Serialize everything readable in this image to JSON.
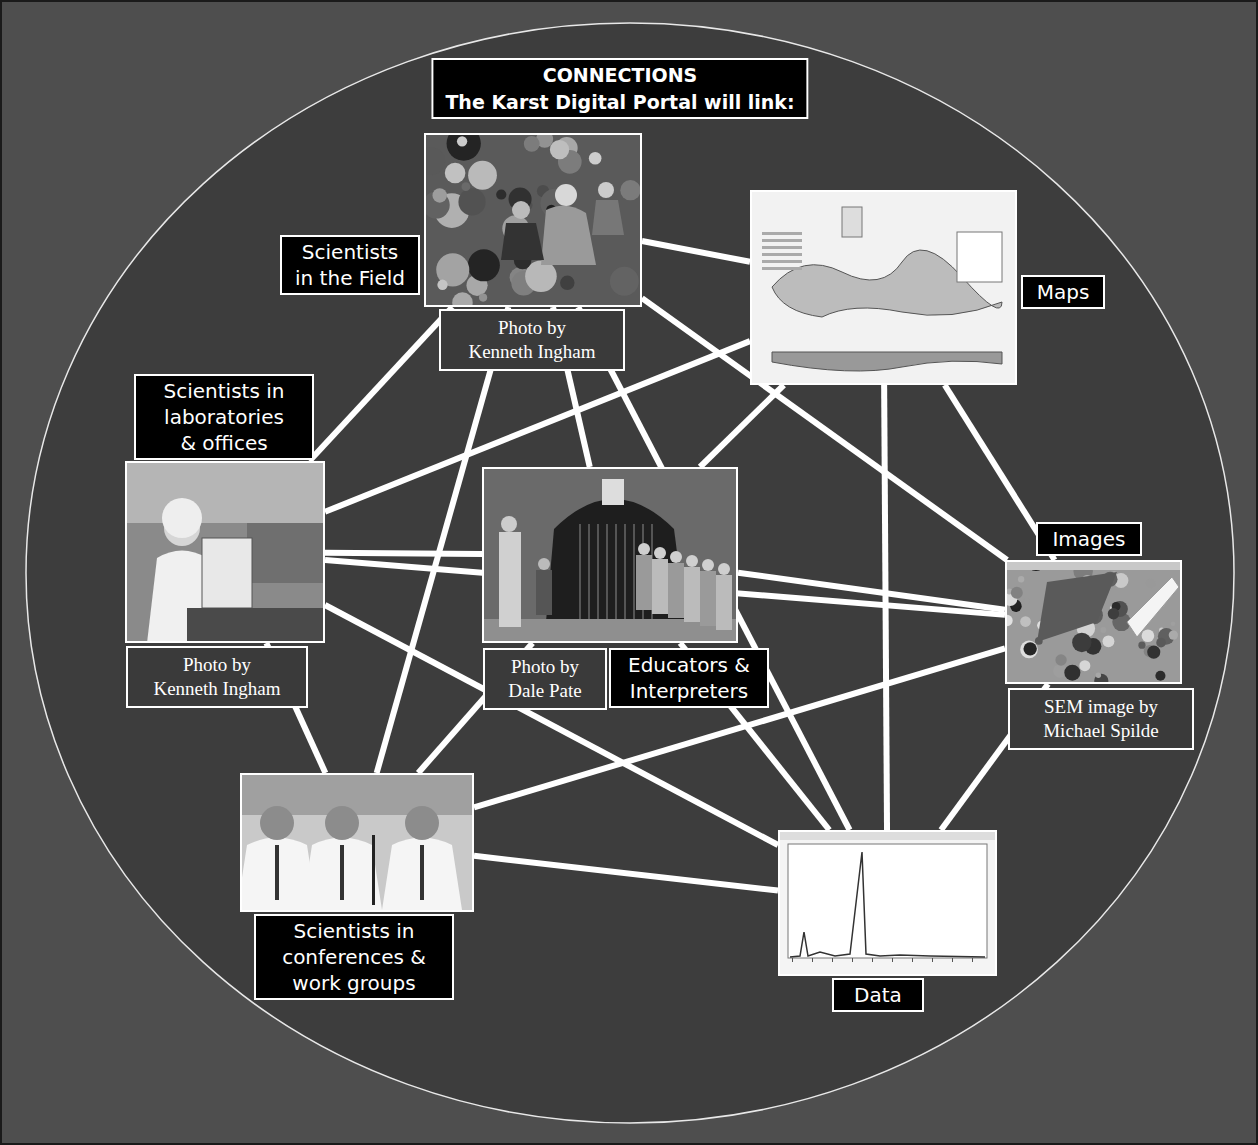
{
  "diagram": {
    "title": "CONNECTIONS",
    "nodes": [
      {
        "text": [
          "Scientists in the Field",
          "Photo by Kenneth Ingham"
        ]
      },
      {
        "text": [
          "Maps"
        ]
      },
      {
        "text": [
          "Scientists in laboratories & offices",
          "Photo by Kenneth Ingham"
        ]
      },
      {
        "text": [
          "Educators & Interpreters",
          "Photo by Dale Pate"
        ]
      },
      {
        "text": [
          "Images",
          "SEM image by Michael Spilde"
        ]
      },
      {
        "text": [
          "Scientists in conferences & work groups"
        ]
      },
      {
        "text": [
          "Data"
        ]
      }
    ],
    "edges": [
      {
        "from": 0,
        "to": 1,
        "arrow": "none"
      },
      {
        "from": 0,
        "to": 2,
        "arrow": "none"
      },
      {
        "from": 0,
        "to": 3,
        "arrow": "none"
      },
      {
        "from": 0,
        "to": 5,
        "arrow": "none"
      },
      {
        "from": 0,
        "to": 4,
        "arrow": "none"
      },
      {
        "from": 0,
        "to": 6,
        "arrow": "none"
      },
      {
        "from": 1,
        "to": 2,
        "arrow": "none"
      },
      {
        "from": 1,
        "to": 3,
        "arrow": "none"
      },
      {
        "from": 1,
        "to": 4,
        "arrow": "none"
      },
      {
        "from": 1,
        "to": 6,
        "arrow": "none"
      },
      {
        "from": 2,
        "to": 3,
        "arrow": "none"
      },
      {
        "from": 2,
        "to": 4,
        "arrow": "none"
      },
      {
        "from": 2,
        "to": 6,
        "arrow": "none"
      },
      {
        "from": 2,
        "to": 5,
        "arrow": "none"
      },
      {
        "from": 3,
        "to": 4,
        "arrow": "none"
      },
      {
        "from": 3,
        "to": 5,
        "arrow": "none"
      },
      {
        "from": 3,
        "to": 6,
        "arrow": "none"
      },
      {
        "from": 5,
        "to": 4,
        "arrow": "none"
      },
      {
        "from": 4,
        "to": 6,
        "arrow": "none"
      },
      {
        "from": 5,
        "to": 6,
        "arrow": "none"
      }
    ],
    "labels": [
      "The Karst Digital Portal will link:"
    ]
  }
}
